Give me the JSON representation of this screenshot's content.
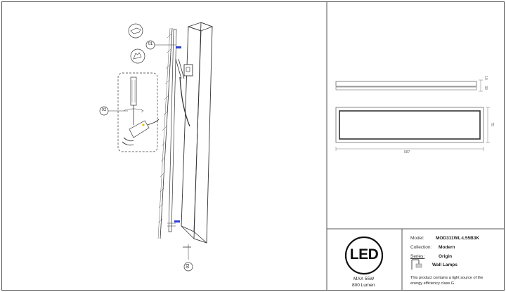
{
  "callouts": [
    "01",
    "02",
    "03"
  ],
  "dimensions": {
    "length": "587",
    "profile_depth": "10",
    "profile_thickness": "39",
    "width": "75"
  },
  "badge": {
    "logo_text": "LED",
    "power": "MAX 55W",
    "lumen": "800 Lumen"
  },
  "spec": {
    "model_label": "Model:",
    "model_value": "MOD311WL-L55B3K",
    "collection_label": "Collection:",
    "collection_value": "Modern",
    "series_label": "Series:",
    "series_value": "Origin",
    "category_value": "Wall Lamps",
    "energy_note_line1": "This product contains a light source of the",
    "energy_note_line2": "energy efficiency class G"
  },
  "colors": {
    "line": "#333333",
    "blue_screw": "#2b3fd6",
    "frame": "#555555"
  }
}
